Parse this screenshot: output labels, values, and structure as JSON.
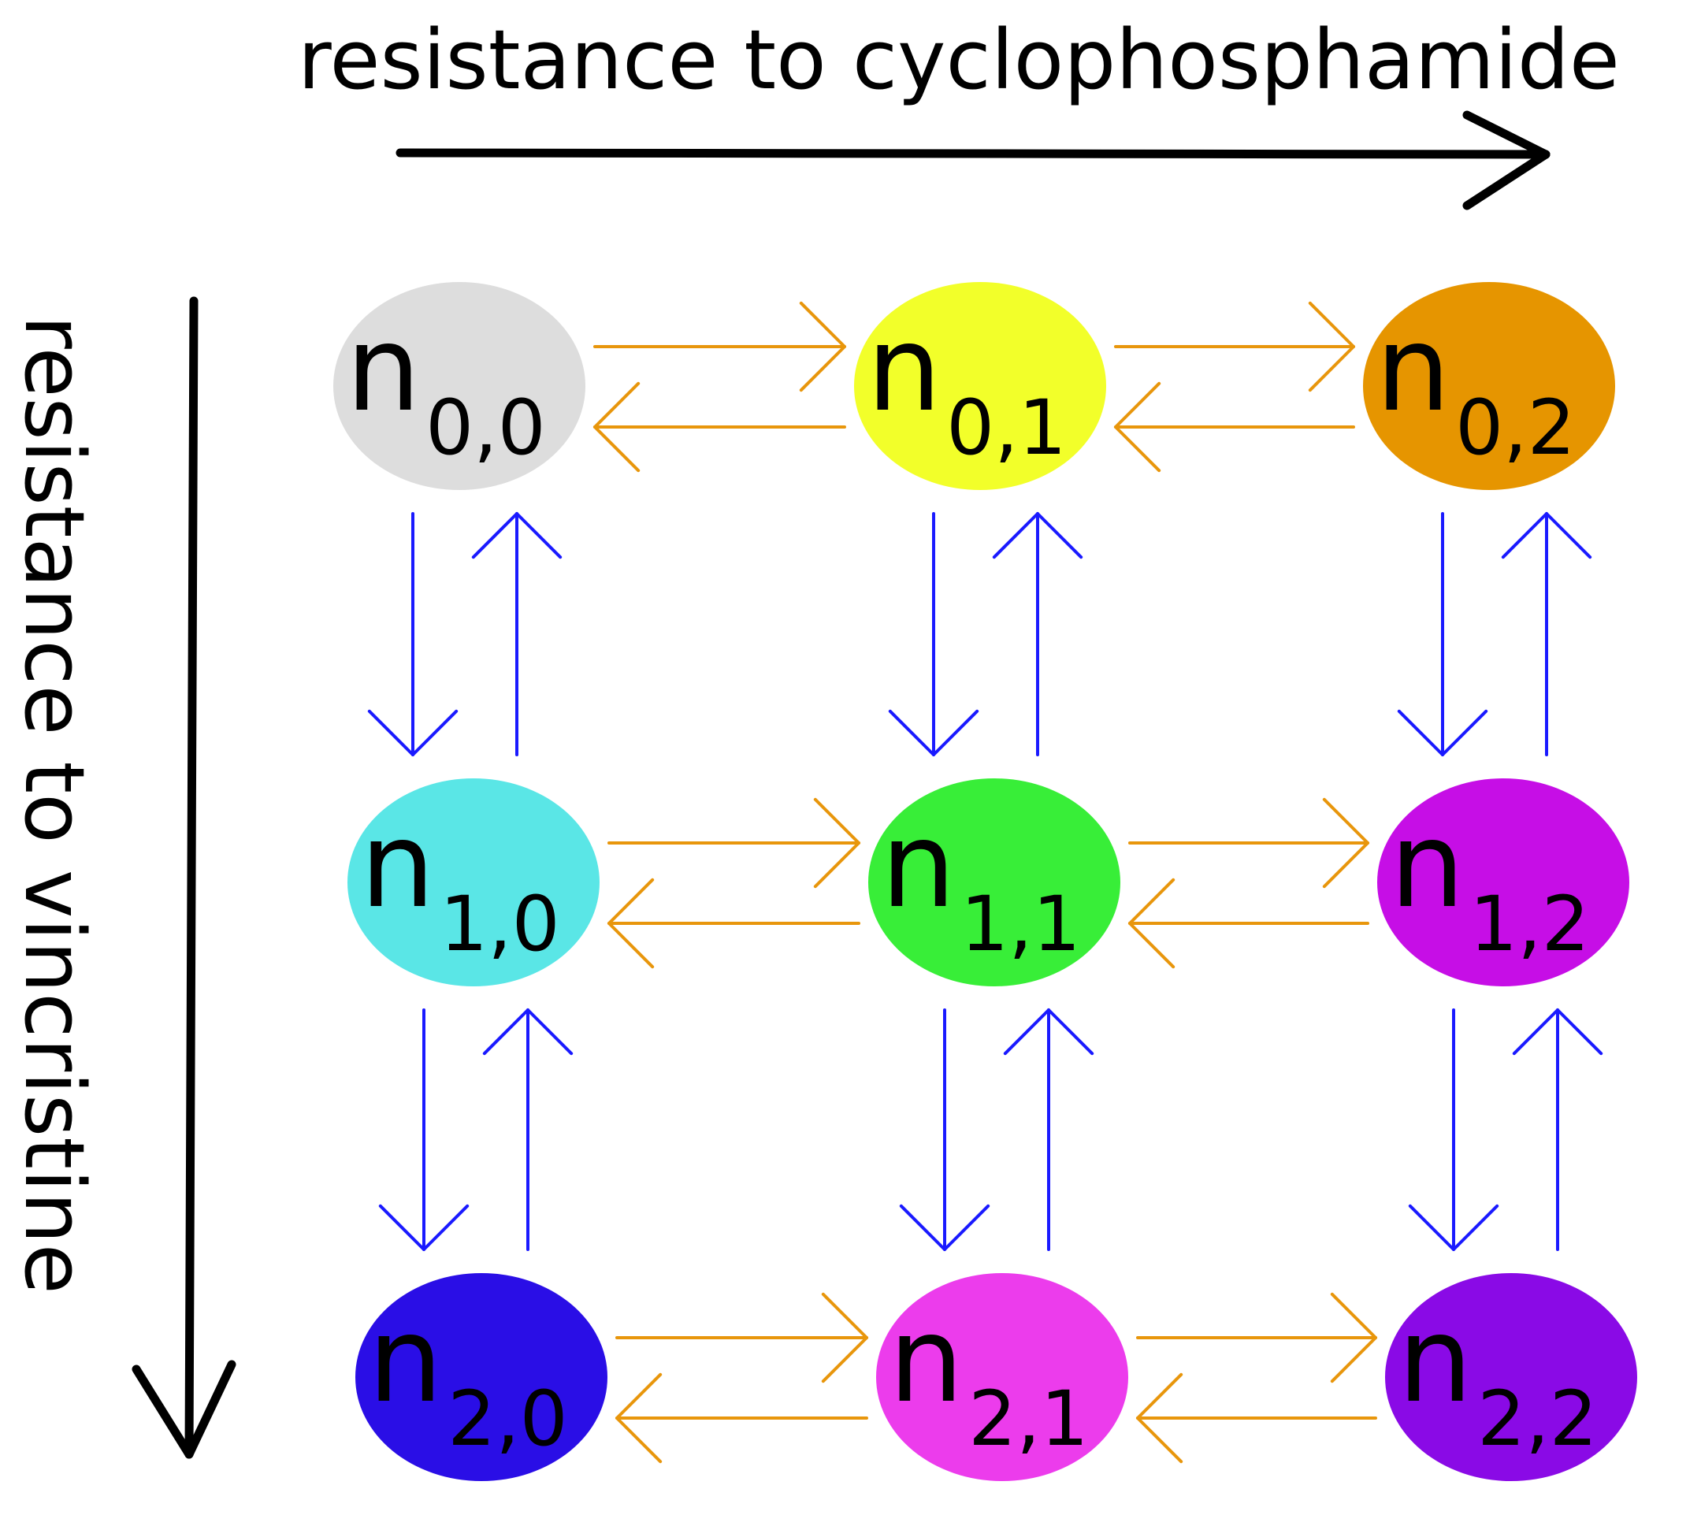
{
  "axes": {
    "horizontal_label": "resistance to cyclophosphamide",
    "vertical_label": "resistance to vincristine"
  },
  "colors": {
    "horizontal_transition": "#e8960c",
    "vertical_transition": "#1a1aff",
    "axis_arrow": "#000000"
  },
  "nodes": [
    {
      "row": 0,
      "col": 0,
      "base": "n",
      "sub": "0,0",
      "color": "#dddddd"
    },
    {
      "row": 0,
      "col": 1,
      "base": "n",
      "sub": "0,1",
      "color": "#f2ff2a"
    },
    {
      "row": 0,
      "col": 2,
      "base": "n",
      "sub": "0,2",
      "color": "#e69500"
    },
    {
      "row": 1,
      "col": 0,
      "base": "n",
      "sub": "1,0",
      "color": "#5ae6e6"
    },
    {
      "row": 1,
      "col": 1,
      "base": "n",
      "sub": "1,1",
      "color": "#38ee38"
    },
    {
      "row": 1,
      "col": 2,
      "base": "n",
      "sub": "1,2",
      "color": "#c60ee6"
    },
    {
      "row": 2,
      "col": 0,
      "base": "n",
      "sub": "2,0",
      "color": "#2a0ee6"
    },
    {
      "row": 2,
      "col": 1,
      "base": "n",
      "sub": "2,1",
      "color": "#ec3cec"
    },
    {
      "row": 2,
      "col": 2,
      "base": "n",
      "sub": "2,2",
      "color": "#8a0ae6"
    }
  ]
}
